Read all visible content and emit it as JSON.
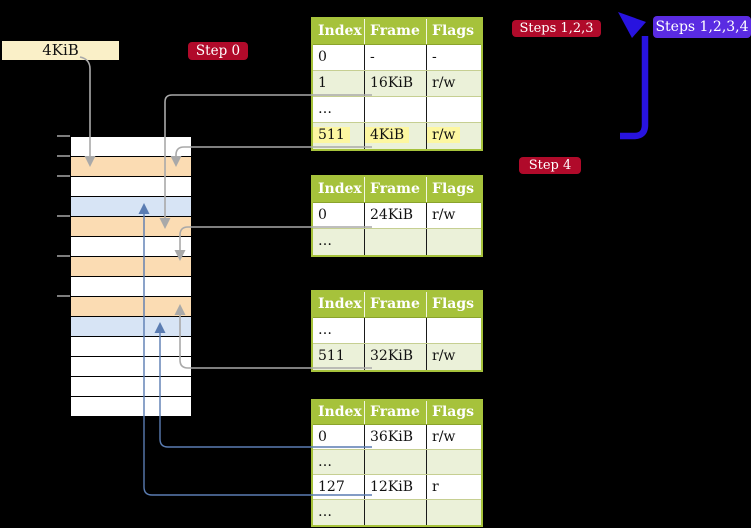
{
  "labels": {
    "page_size": "4KiB",
    "step0": "Step 0",
    "steps123": "Steps 1,2,3",
    "steps1234": "Steps 1,2,3,4",
    "step4": "Step 4"
  },
  "tables": [
    {
      "headers": [
        "Index",
        "Frame",
        "Flags"
      ],
      "rows": [
        {
          "index": "0",
          "frame": "-",
          "flags": "-"
        },
        {
          "index": "1",
          "frame": "16KiB",
          "flags": "r/w"
        },
        {
          "index": "…",
          "frame": "",
          "flags": ""
        },
        {
          "index": "511",
          "frame": "4KiB",
          "flags": "r/w"
        }
      ]
    },
    {
      "headers": [
        "Index",
        "Frame",
        "Flags"
      ],
      "rows": [
        {
          "index": "0",
          "frame": "24KiB",
          "flags": "r/w"
        },
        {
          "index": "…",
          "frame": "",
          "flags": ""
        }
      ]
    },
    {
      "headers": [
        "Index",
        "Frame",
        "Flags"
      ],
      "rows": [
        {
          "index": "…",
          "frame": "",
          "flags": ""
        },
        {
          "index": "511",
          "frame": "32KiB",
          "flags": "r/w"
        }
      ]
    },
    {
      "headers": [
        "Index",
        "Frame",
        "Flags"
      ],
      "rows": [
        {
          "index": "0",
          "frame": "36KiB",
          "flags": "r/w"
        },
        {
          "index": "…",
          "frame": "",
          "flags": ""
        },
        {
          "index": "127",
          "frame": "12KiB",
          "flags": "r"
        },
        {
          "index": "…",
          "frame": "",
          "flags": ""
        }
      ]
    }
  ],
  "memory": {
    "rows": [
      "white",
      "orange",
      "white",
      "blue",
      "orange",
      "white",
      "orange",
      "white",
      "orange",
      "blue",
      "white",
      "white",
      "white",
      "white"
    ]
  },
  "colors": {
    "bg": "#000000",
    "page-size-fill": "#faf0c8",
    "badge-red": "#b00a2a",
    "badge-violet": "#5a2be2",
    "table-header-green": "#a6c23b",
    "table-row-green": "#ebf1d9",
    "highlight-yellow": "#fdf7a1",
    "mem-orange": "#fbdcb3",
    "mem-blue": "#d7e4f5",
    "mem-white": "#ffffff",
    "connector-gray": "#a9a9a9",
    "connector-blue": "#5a7cb2",
    "arrow-blue": "#2813df",
    "tick-gray": "#7d7d7d"
  }
}
